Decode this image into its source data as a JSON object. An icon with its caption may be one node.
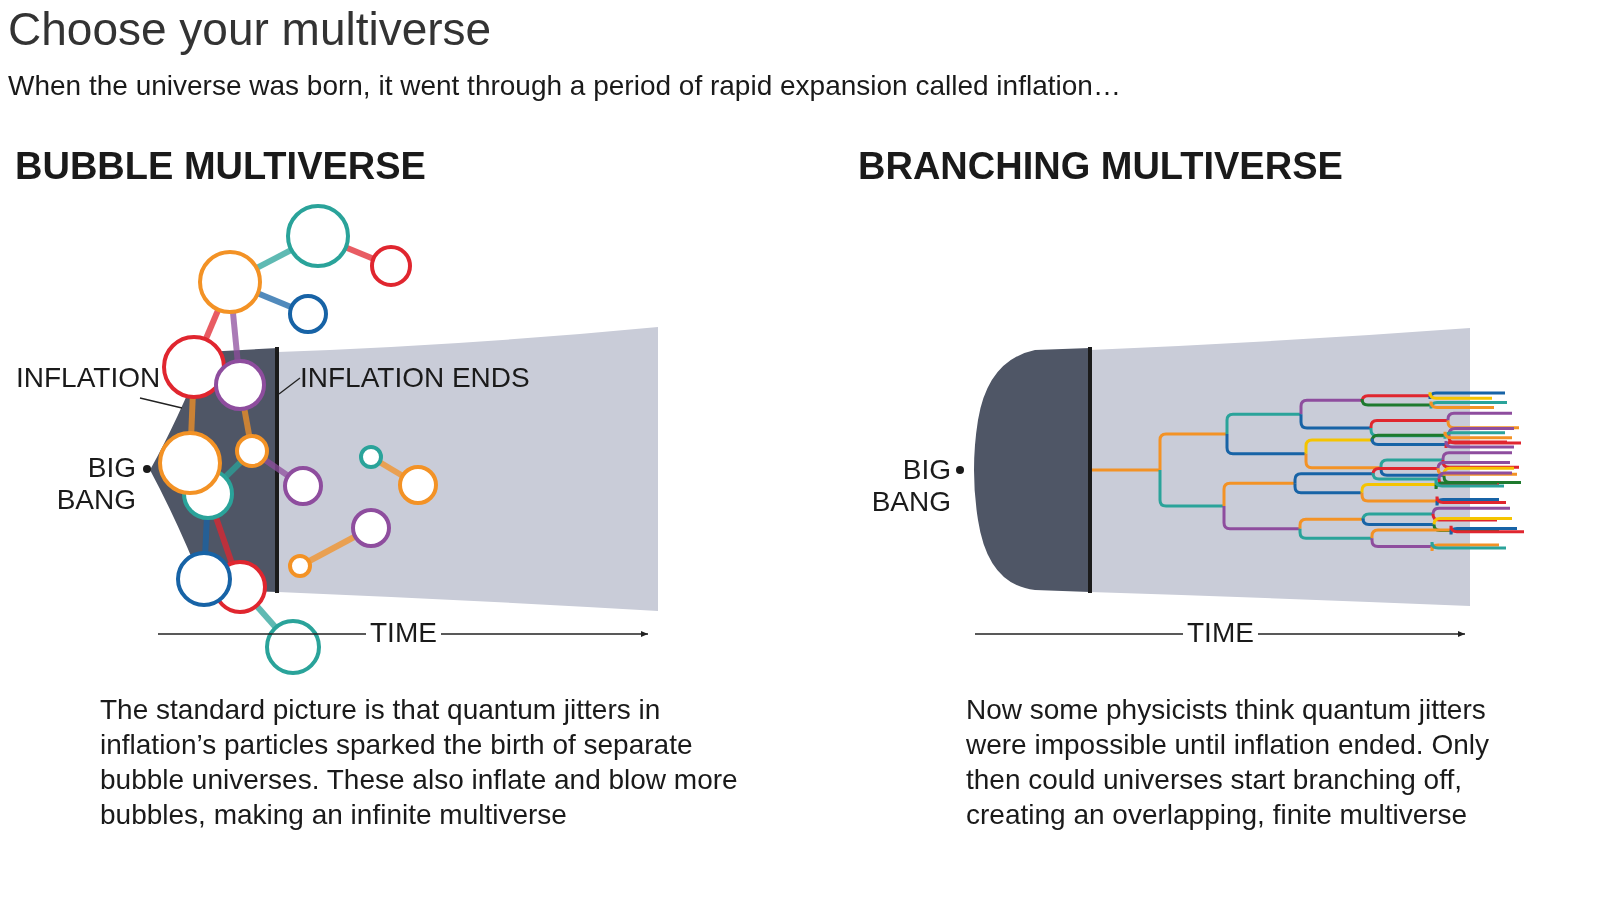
{
  "diagram": {
    "title": "Choose your multiverse",
    "nodes": [
      {
        "text": [
          "INFLATION"
        ]
      },
      {
        "text": [
          "INFLATION ENDS"
        ]
      }
    ],
    "edges": [
      {
        "from": 0,
        "to": null,
        "arrow": "none"
      },
      {
        "from": 1,
        "to": null,
        "arrow": "none"
      }
    ],
    "labels": [
      "When the universe was born, it went through a period of rapid expansion called inflation…",
      "BUBBLE MULTIVERSE",
      "BRANCHING MULTIVERSE",
      "BIG BANG",
      "TIME",
      "The standard picture is that quantum jitters in inflation’s particles sparked the birth of separate bubble universes. These also inflate and blow more bubbles, making an infinite multiverse",
      "BIG BANG",
      "TIME",
      "Now some physicists think quantum jitters were impossible until inflation ended. Only then could universes start branching off, creating an overlapping, finite multiverse"
    ]
  }
}
